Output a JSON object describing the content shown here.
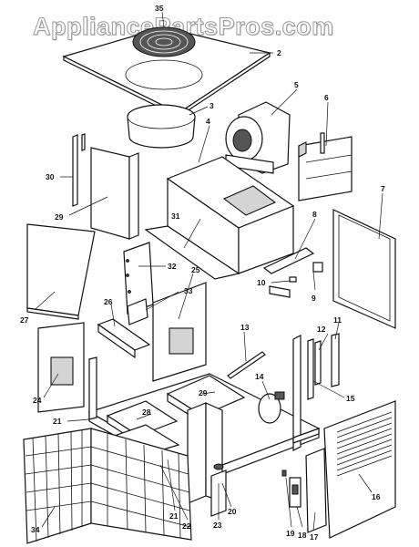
{
  "watermark": "AppliancePartsPros.com",
  "callouts": {
    "c35": "35",
    "c2": "2",
    "c3": "3",
    "c5": "5",
    "c6": "6",
    "c4": "4",
    "c30": "30",
    "c29": "29",
    "c31": "31",
    "c7": "7",
    "c8": "8",
    "c27": "27",
    "c32": "32",
    "c25": "25",
    "c10": "10",
    "c9": "9",
    "c26": "26",
    "c33": "33",
    "c13": "13",
    "c12": "12",
    "c11": "11",
    "c24": "24",
    "c28": "28",
    "c14": "14",
    "c15": "15",
    "c21a": "21",
    "c29b": "29",
    "c16": "16",
    "c34": "34",
    "c21b": "21",
    "c22": "22",
    "c23": "23",
    "c20": "20",
    "c19": "19",
    "c18": "18",
    "c17": "17"
  }
}
